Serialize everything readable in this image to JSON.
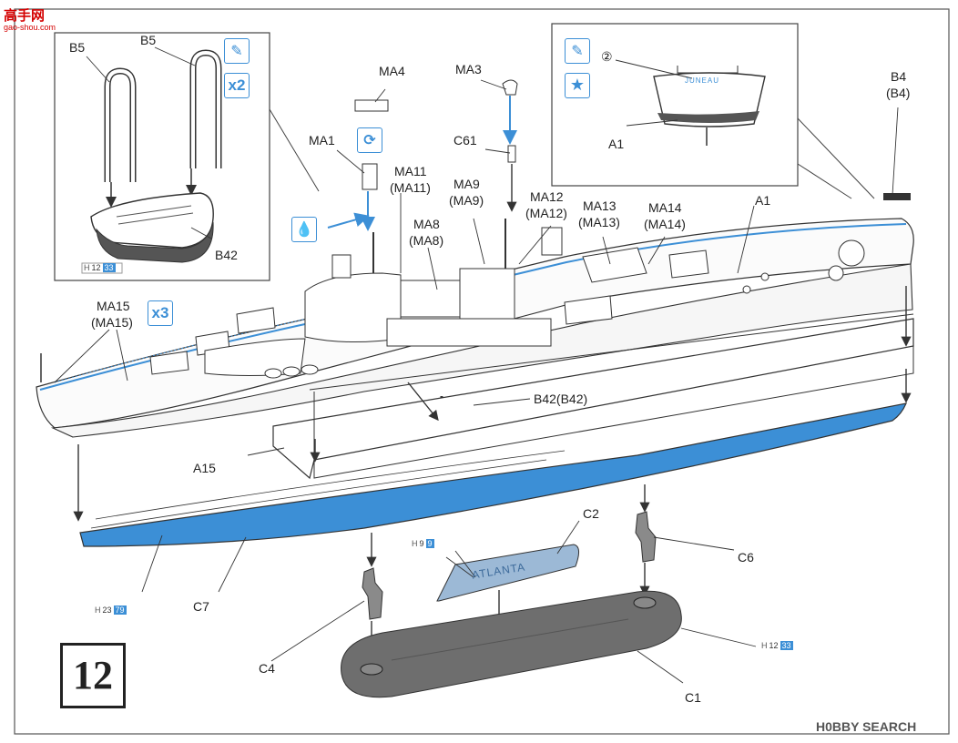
{
  "watermark_top": {
    "brand": "高手网",
    "url": "gao-shou.com"
  },
  "watermark_bottom": "H0BBY SEARCH",
  "step_number": "12",
  "labels": {
    "b5_left": "B5",
    "b5_right": "B5",
    "b42_inset": "B42",
    "ma4": "MA4",
    "ma3": "MA3",
    "ma1": "MA1",
    "c61": "C61",
    "ma11": "MA11",
    "ma11_alt": "(MA11)",
    "ma9": "MA9",
    "ma9_alt": "(MA9)",
    "ma12": "MA12",
    "ma12_alt": "(MA12)",
    "ma8": "MA8",
    "ma8_alt": "(MA8)",
    "ma13": "MA13",
    "ma13_alt": "(MA13)",
    "ma14": "MA14",
    "ma14_alt": "(MA14)",
    "a1_hull": "A1",
    "a1_inset": "A1",
    "b4": "B4",
    "b4_alt": "(B4)",
    "ma15": "MA15",
    "ma15_alt": "(MA15)",
    "b42": "B42(B42)",
    "a15": "A15",
    "c2": "C2",
    "c6": "C6",
    "c7": "C7",
    "c4": "C4",
    "c1": "C1",
    "decal_no": "②"
  },
  "multipliers": {
    "x2": "x2",
    "x3": "x3"
  },
  "stern_plate": "JUNEAU",
  "stand_plate": "ATLANTA",
  "paint_codes": [
    {
      "h": "H",
      "a": "12",
      "b": "33"
    },
    {
      "h": "H",
      "a": "9",
      "b": "9"
    },
    {
      "h": "H",
      "a": "23",
      "b": "79"
    },
    {
      "h": "H",
      "a": "12",
      "b": "33"
    }
  ],
  "colors": {
    "accent_blue": "#3c8fd6",
    "line": "#333333",
    "stand": "#6e6e6e"
  },
  "icons": [
    "paint-brush-icon",
    "flip-icon",
    "cement-drop-icon",
    "decal-star-icon"
  ]
}
